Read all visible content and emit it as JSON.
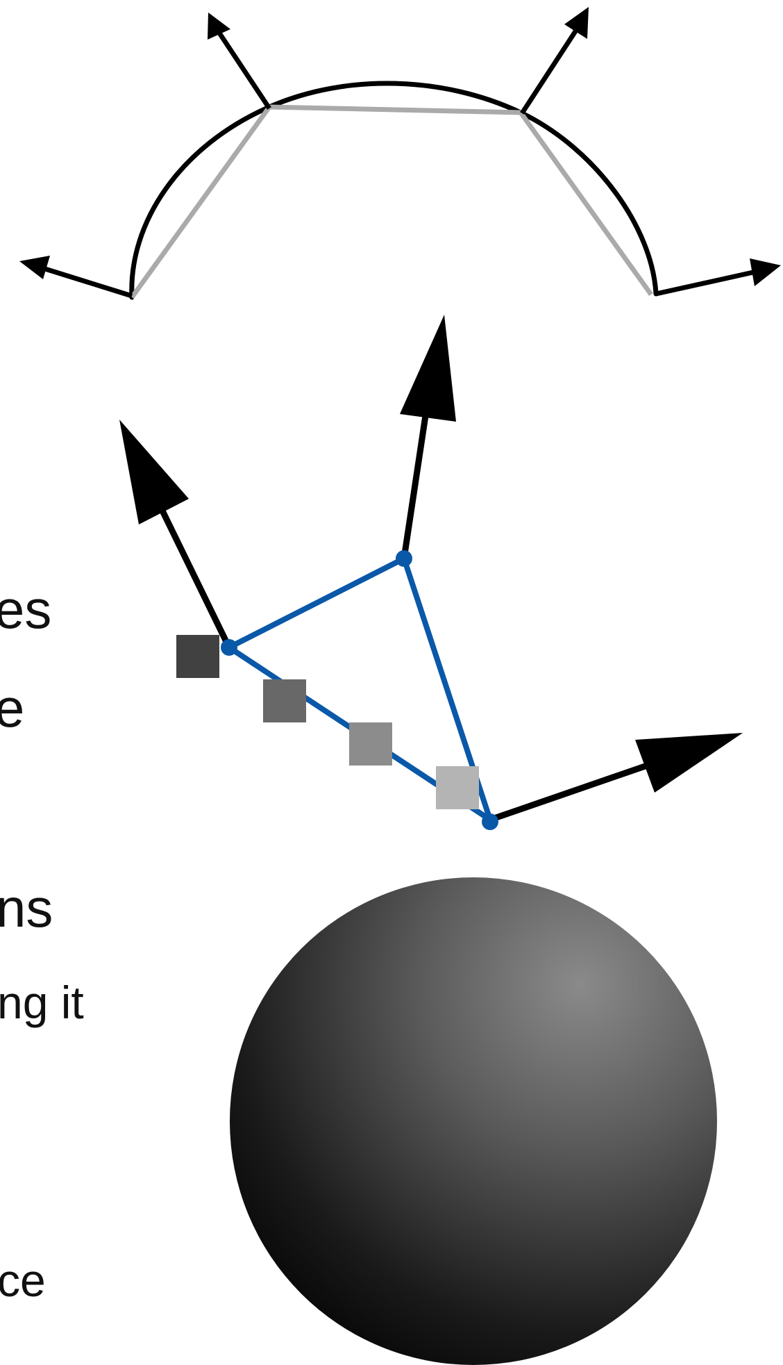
{
  "text_fragments": [
    "es",
    "e",
    "ns",
    "ng it",
    "ce"
  ],
  "colors": {
    "curve": "#000000",
    "chord": "#aaaaaa",
    "normal_arrow": "#000000",
    "triangle_edge": "#0a58a8",
    "vertex_dot": "#0a58a8",
    "square_1": "#414141",
    "square_2": "#686868",
    "square_3": "#8c8c8c",
    "square_4": "#b4b4b4",
    "sphere_light": "#8a8a8a",
    "sphere_dark": "#000000"
  },
  "icons": {
    "curve_figure": "curve-with-normals-icon",
    "triangle_figure": "triangle-with-vertex-normals-icon",
    "sphere_figure": "shaded-sphere-icon"
  }
}
